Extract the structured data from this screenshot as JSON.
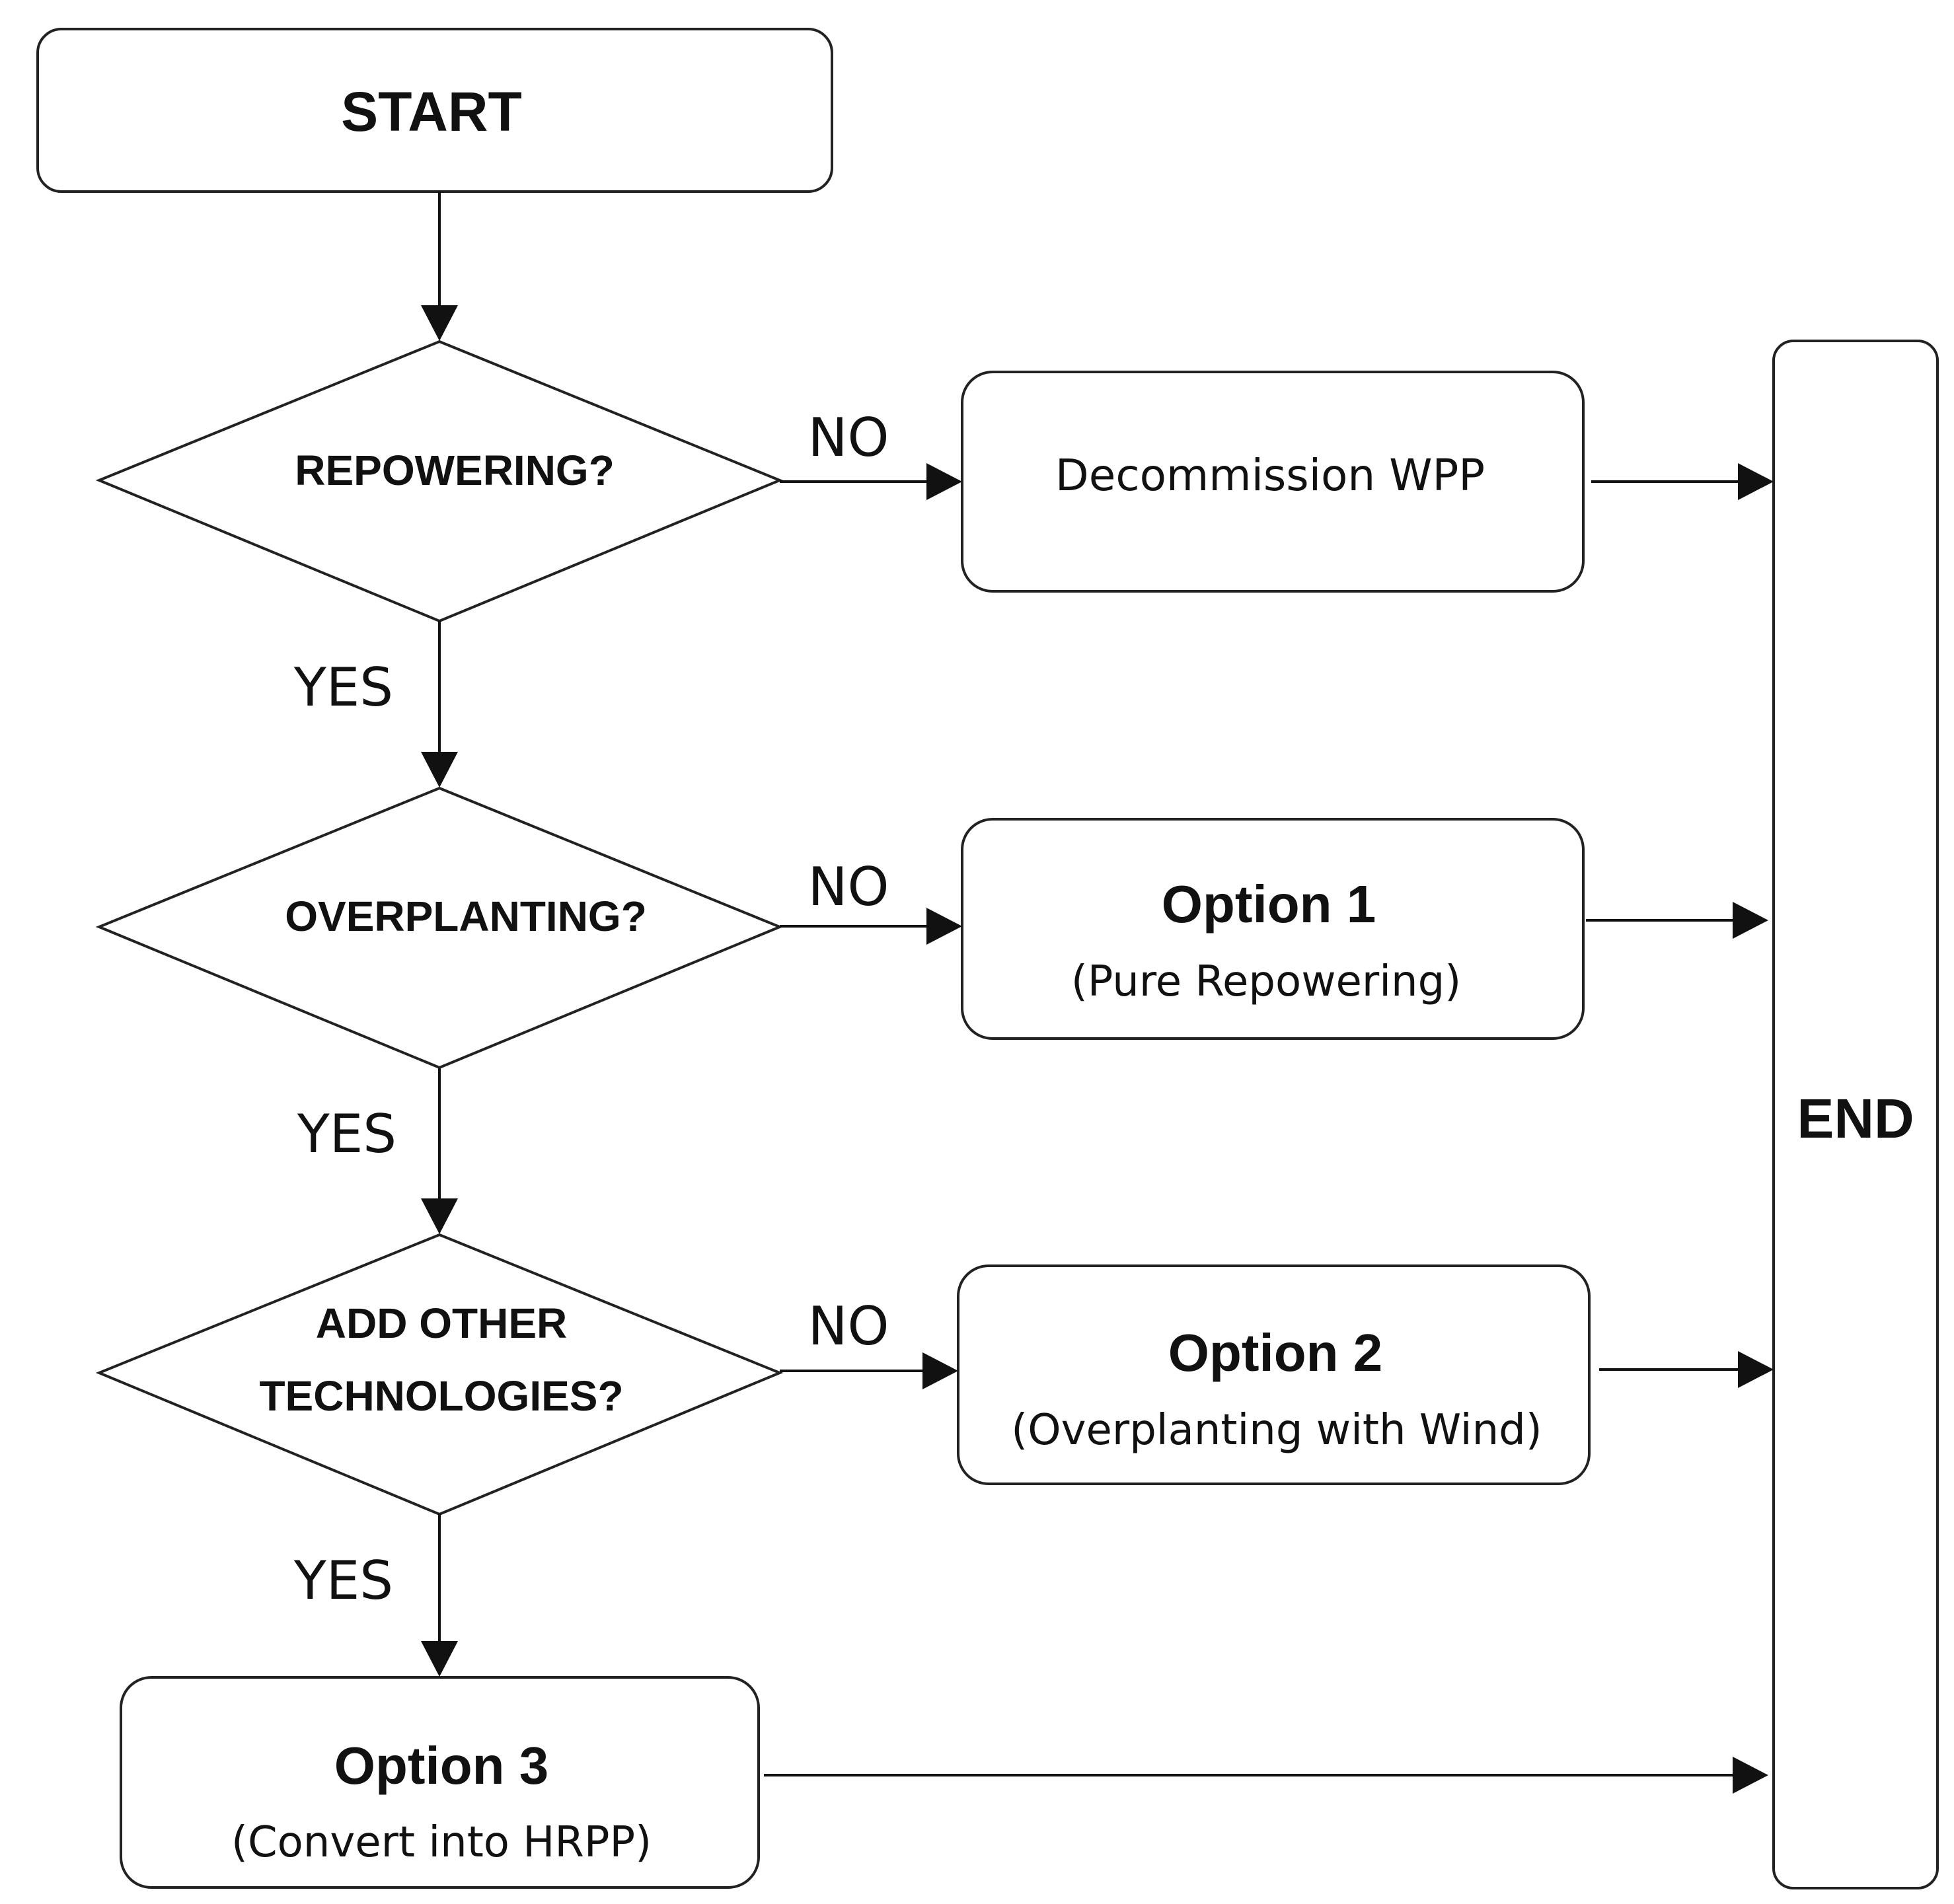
{
  "flowchart": {
    "start": "START",
    "end": "END",
    "decisions": [
      {
        "lines": [
          "REPOWERING?"
        ],
        "no_label": "NO",
        "yes_label": "YES"
      },
      {
        "lines": [
          "OVERPLANTING?"
        ],
        "no_label": "NO",
        "yes_label": "YES"
      },
      {
        "lines": [
          "ADD OTHER",
          "TECHNOLOGIES?"
        ],
        "no_label": "NO",
        "yes_label": "YES"
      }
    ],
    "outcomes": [
      {
        "title": "Decommission WPP",
        "subtitle": ""
      },
      {
        "title": "Option 1",
        "subtitle": "(Pure Repowering)"
      },
      {
        "title": "Option 2",
        "subtitle": "(Overplanting with Wind)"
      },
      {
        "title": "Option 3",
        "subtitle": "(Convert into HRPP)"
      }
    ]
  },
  "colors": {
    "stroke": "#222222",
    "text": "#111111",
    "background": "#ffffff"
  }
}
